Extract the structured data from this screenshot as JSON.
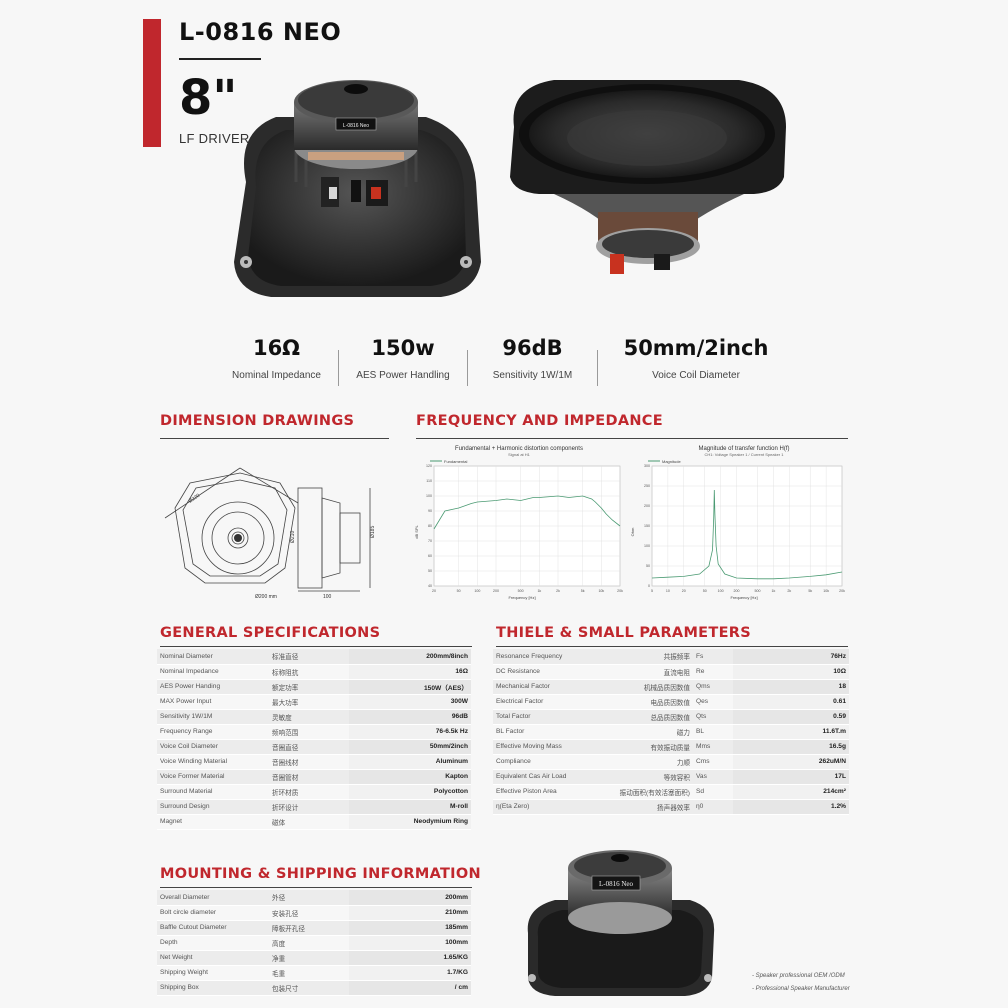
{
  "header": {
    "model": "L-0816 NEO",
    "size": "8\"",
    "subtitle": "LF DRIVER"
  },
  "photos": {
    "back_label": "L-0816 Neo",
    "bottom_label": "L-0816 Neo"
  },
  "kpis": [
    {
      "value": "16Ω",
      "label": "Nominal Impedance"
    },
    {
      "value": "150w",
      "label": "AES Power Handling"
    },
    {
      "value": "96dB",
      "label": "Sensitivity 1W/1M"
    },
    {
      "value": "50mm/2inch",
      "label": "Voice Coil Diameter"
    }
  ],
  "sections": {
    "dimension": "DIMENSION DRAWINGS",
    "frequency": "FREQUENCY AND IMPEDANCE",
    "general": "GENERAL SPECIFICATIONS",
    "thiele": "THIELE & SMALL PARAMETERS",
    "mounting": "MOUNTING & SHIPPING INFORMATION"
  },
  "chart_data": [
    {
      "type": "line",
      "title": "Fundamental + Harmonic distortion components",
      "subtitle": "Signal at H1",
      "series": [
        {
          "name": "Fundamental",
          "color": "#4a9a72"
        }
      ],
      "xlabel": "Frequency [Hz]",
      "ylabel": "dB SPL",
      "x_ticks": [
        "20",
        "50",
        "100",
        "200",
        "500",
        "1k",
        "2k",
        "5k",
        "10k",
        "20k"
      ],
      "y_ticks": [
        "40",
        "50",
        "60",
        "70",
        "80",
        "90",
        "100",
        "110",
        "120"
      ],
      "x": [
        20,
        30,
        50,
        80,
        100,
        200,
        300,
        500,
        800,
        1000,
        2000,
        3000,
        5000,
        7000,
        8000,
        10000,
        12000,
        15000,
        20000
      ],
      "values": [
        78,
        90,
        92,
        95,
        96,
        97,
        98,
        97,
        99,
        99,
        100,
        99,
        100,
        98,
        96,
        92,
        88,
        84,
        80
      ]
    },
    {
      "type": "line",
      "title": "Magnitude of transfer function H(f)",
      "subtitle": "CH1: Voltage Speaker 1 / Current Speaker 1",
      "series": [
        {
          "name": "Magnitude",
          "color": "#4a9a72"
        }
      ],
      "xlabel": "Frequency [Hz]",
      "ylabel": "Ohm",
      "x_ticks": [
        "5",
        "10",
        "20",
        "50",
        "100",
        "200",
        "500",
        "1k",
        "2k",
        "5k",
        "10k",
        "20k"
      ],
      "y_ticks": [
        "0",
        "50",
        "100",
        "150",
        "200",
        "250",
        "300"
      ],
      "x": [
        5,
        10,
        20,
        40,
        60,
        70,
        74,
        76,
        78,
        82,
        90,
        120,
        200,
        500,
        1000,
        2000,
        5000,
        10000,
        20000
      ],
      "values": [
        20,
        22,
        24,
        30,
        50,
        90,
        170,
        240,
        180,
        100,
        55,
        30,
        20,
        18,
        18,
        20,
        24,
        28,
        35
      ]
    }
  ],
  "general_specs": [
    {
      "name": "Nominal Diameter",
      "cn": "标准直径",
      "value": "200mm/8inch"
    },
    {
      "name": "Nominal Impedance",
      "cn": "标称阻抗",
      "value": "16Ω"
    },
    {
      "name": "AES Power Handing",
      "cn": "额定功率",
      "value": "150W（AES）"
    },
    {
      "name": "MAX Power Input",
      "cn": "最大功率",
      "value": "300W"
    },
    {
      "name": "Sensitivity 1W/1M",
      "cn": "灵敏度",
      "value": "96dB"
    },
    {
      "name": "Frequency Range",
      "cn": "频响范围",
      "value": "76-6.5k Hz"
    },
    {
      "name": "Voice Coil Diameter",
      "cn": "音圈直径",
      "value": "50mm/2inch"
    },
    {
      "name": "Voice Winding Material",
      "cn": "音圈线材",
      "value": "Aluminum"
    },
    {
      "name": "Voice Former Material",
      "cn": "音圈管材",
      "value": "Kapton"
    },
    {
      "name": "Surround Material",
      "cn": "折环材质",
      "value": "Polycotton"
    },
    {
      "name": "Surround Design",
      "cn": "折环设计",
      "value": "M-roll"
    },
    {
      "name": "Magnet",
      "cn": "磁体",
      "value": "Neodymium Ring"
    }
  ],
  "thiele_params": [
    {
      "name": "Resonance Frequency",
      "cn": "共振频率",
      "sym": "Fs",
      "value": "76Hz"
    },
    {
      "name": "DC Resistance",
      "cn": "直流电阻",
      "sym": "Re",
      "value": "10Ω"
    },
    {
      "name": "Mechanical Factor",
      "cn": "机械品质因数值",
      "sym": "Qms",
      "value": "18"
    },
    {
      "name": "Electrical Factor",
      "cn": "电品质因数值",
      "sym": "Qes",
      "value": "0.61"
    },
    {
      "name": "Total Factor",
      "cn": "总品质因数值",
      "sym": "Qts",
      "value": "0.59"
    },
    {
      "name": "BL Factor",
      "cn": "磁力",
      "sym": "BL",
      "value": "11.6T.m"
    },
    {
      "name": "Effective Moving Mass",
      "cn": "有效振动质量",
      "sym": "Mms",
      "value": "16.5g"
    },
    {
      "name": "Compliance",
      "cn": "力顺",
      "sym": "Cms",
      "value": "262uM/N"
    },
    {
      "name": "Equivalent Cas Air Load",
      "cn": "等效容积",
      "sym": "Vas",
      "value": "17L"
    },
    {
      "name": "Effective Piston Area",
      "cn": "振动面积(有效活塞面积)",
      "sym": "Sd",
      "value": "214cm²"
    },
    {
      "name": "η(Eta Zero)",
      "cn": "扬声器效率",
      "sym": "η0",
      "value": "1.2%"
    }
  ],
  "mounting": [
    {
      "name": "Overall Diameter",
      "cn": "外径",
      "value": "200mm"
    },
    {
      "name": "Bolt circle diameter",
      "cn": "安装孔径",
      "value": "210mm"
    },
    {
      "name": "Baffle Cutout Diameter",
      "cn": "障板开孔径",
      "value": "185mm"
    },
    {
      "name": "Depth",
      "cn": "高度",
      "value": "100mm"
    },
    {
      "name": "Net Weight",
      "cn": "净重",
      "value": "1.65/KG"
    },
    {
      "name": "Shipping Weight",
      "cn": "毛重",
      "value": "1.7/KG"
    },
    {
      "name": "Shipping Box",
      "cn": "包装尺寸",
      "value": "/ cm"
    }
  ],
  "dimensions": {
    "d1": "Ø220",
    "d2": "Ø210",
    "d3": "Ø185",
    "d4": "100",
    "note": "Ø200 mm"
  },
  "footer": {
    "line1": "- Speaker professional OEM /ODM",
    "line2": "- Professional Speaker Manufacturer"
  },
  "colors": {
    "accent": "#c0272d",
    "curve": "#4a9a72"
  }
}
